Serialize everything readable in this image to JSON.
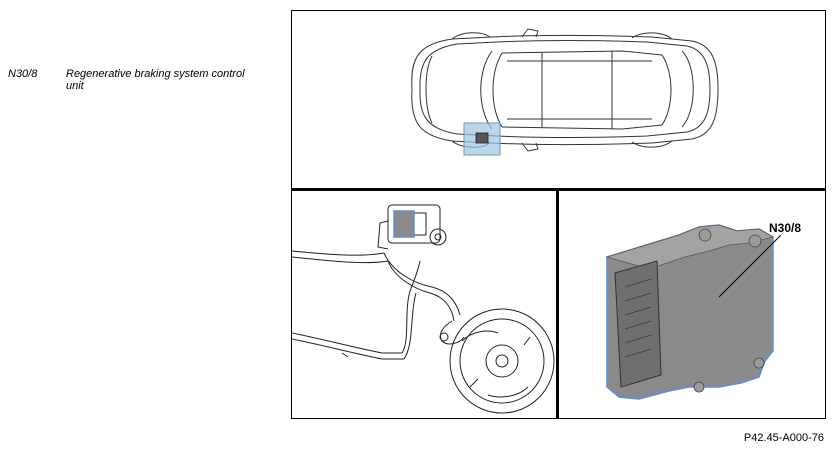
{
  "legend": {
    "code": "N30/8",
    "description": "Regenerative braking system control unit"
  },
  "diagram": {
    "callout_label": "N30/8",
    "figure_reference": "P42.45-A000-76",
    "highlight_color": "#9ec3e0",
    "unit_color": "#8a8a8a",
    "unit_outline_color": "#5b8fd6"
  }
}
